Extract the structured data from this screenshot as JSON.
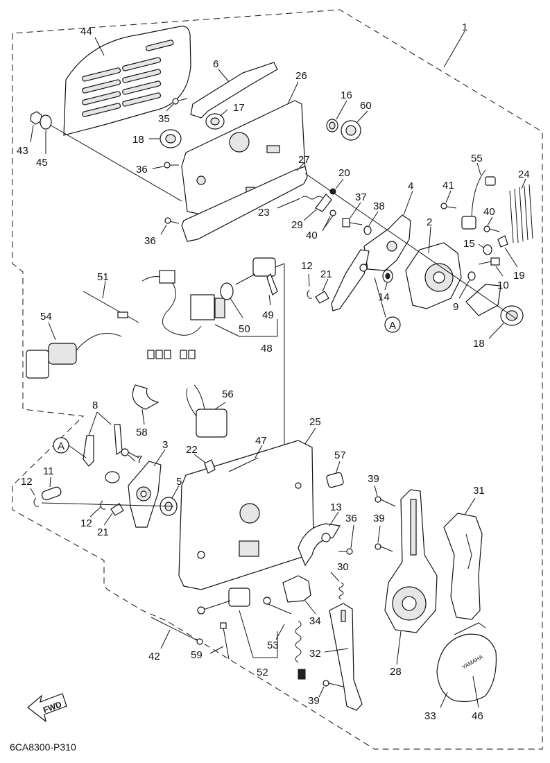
{
  "diagram_code": "6CA8300-P310",
  "direction_label": "FWD",
  "callouts": [
    "1",
    "2",
    "3",
    "4",
    "5",
    "6",
    "7",
    "8",
    "9",
    "10",
    "11",
    "12",
    "13",
    "14",
    "15",
    "16",
    "17",
    "18",
    "19",
    "20",
    "21",
    "22",
    "23",
    "24",
    "25",
    "26",
    "27",
    "28",
    "29",
    "30",
    "31",
    "32",
    "33",
    "34",
    "35",
    "36",
    "37",
    "38",
    "39",
    "40",
    "41",
    "42",
    "43",
    "44",
    "45",
    "46",
    "47",
    "48",
    "49",
    "50",
    "51",
    "52",
    "53",
    "54",
    "55",
    "56",
    "57",
    "58",
    "59",
    "60"
  ],
  "labels": {
    "p1": "1",
    "p2": "2",
    "p3": "3",
    "p4": "4",
    "p5": "5",
    "p6": "6",
    "p7": "7",
    "p8": "8",
    "p9": "9",
    "p10": "10",
    "p11": "11",
    "p12a": "12",
    "p12b": "12",
    "p13": "13",
    "p14": "14",
    "p15": "15",
    "p16": "16",
    "p17": "17",
    "p18a": "18",
    "p18b": "18",
    "p19": "19",
    "p20": "20",
    "p21a": "21",
    "p21b": "21",
    "p22": "22",
    "p23": "23",
    "p24": "24",
    "p25": "25",
    "p26": "26",
    "p27": "27",
    "p28": "28",
    "p29": "29",
    "p30": "30",
    "p31": "31",
    "p32": "32",
    "p33": "33",
    "p34": "34",
    "p35": "35",
    "p36a": "36",
    "p36b": "36",
    "p36c": "36",
    "p37": "37",
    "p38": "38",
    "p39a": "39",
    "p39b": "39",
    "p39c": "39",
    "p40a": "40",
    "p40b": "40",
    "p41": "41",
    "p42": "42",
    "p43": "43",
    "p44": "44",
    "p45": "45",
    "p46": "46",
    "p47": "47",
    "p48": "48",
    "p49": "49",
    "p50": "50",
    "p51": "51",
    "p52": "52",
    "p53": "53",
    "p54": "54",
    "p55": "55",
    "p56": "56",
    "p57": "57",
    "p58": "58",
    "p59": "59",
    "p60": "60",
    "refA1": "A",
    "refA2": "A"
  },
  "cover_logo": "YAMAHA"
}
